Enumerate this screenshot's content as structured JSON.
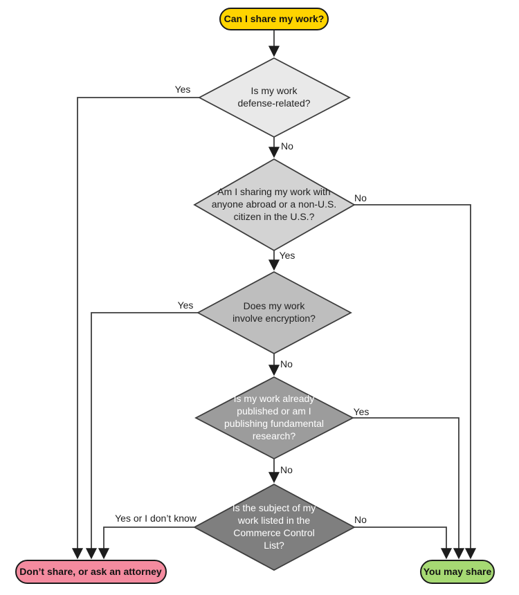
{
  "title": "Can I share my work? decision flowchart",
  "nodes": {
    "start": {
      "label": "Can I share my work?",
      "color": "#FFD400",
      "text_color": "#111111"
    },
    "d1": {
      "lines": [
        "Is my work",
        "defense-related?"
      ],
      "color": "#E9E9E9",
      "text_color": "#222222"
    },
    "d2": {
      "lines": [
        "Am I sharing my work with",
        "anyone abroad or a non-U.S.",
        "citizen in the U.S.?"
      ],
      "color": "#D3D3D3",
      "text_color": "#222222"
    },
    "d3": {
      "lines": [
        "Does my work",
        "involve encryption?"
      ],
      "color": "#BEBEBE",
      "text_color": "#222222"
    },
    "d4": {
      "lines": [
        "Is my work already",
        "published or am I",
        "publishing fundamental",
        "research?"
      ],
      "color": "#9C9C9C",
      "text_color": "#ffffff"
    },
    "d5": {
      "lines": [
        "Is the subject of my",
        "work listed in the",
        "Commerce Control",
        "List?"
      ],
      "color": "#7F7F7F",
      "text_color": "#ffffff"
    },
    "dont_share": {
      "label": "Don’t share, or ask an attorney",
      "color": "#F48B9F",
      "text_color": "#111111"
    },
    "may_share": {
      "label": "You may share",
      "color": "#A6D973",
      "text_color": "#111111"
    }
  },
  "edge_labels": {
    "d1_yes": "Yes",
    "d1_no": "No",
    "d2_no": "No",
    "d2_yes": "Yes",
    "d3_yes": "Yes",
    "d3_no": "No",
    "d4_yes": "Yes",
    "d4_no": "No",
    "d5_left": "Yes or I don’t know",
    "d5_no": "No"
  }
}
